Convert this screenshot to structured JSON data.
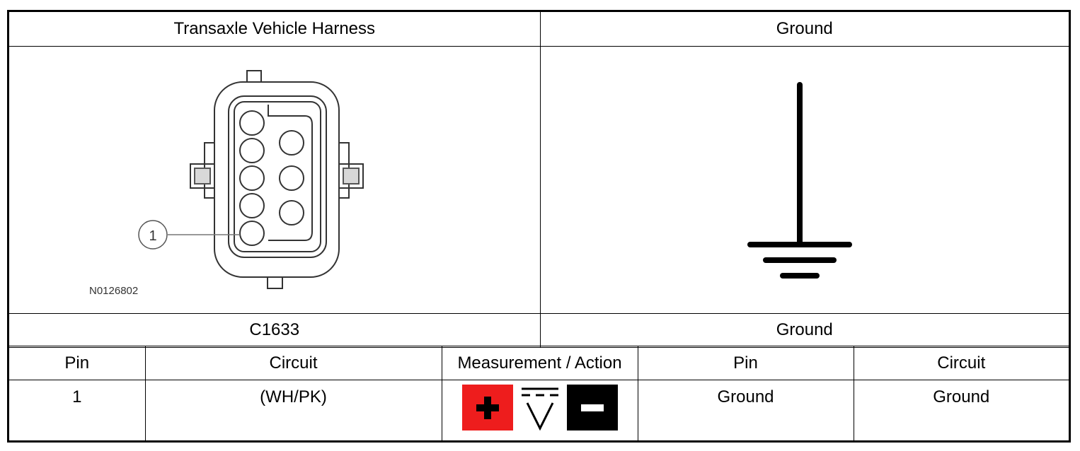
{
  "header": {
    "left_title": "Transaxle Vehicle Harness",
    "right_title": "Ground"
  },
  "connector_diagram": {
    "callout_number": "1",
    "figure_id": "N0126802"
  },
  "labels": {
    "left": "C1633",
    "right": "Ground"
  },
  "table": {
    "columns": [
      "Pin",
      "Circuit",
      "Measurement / Action",
      "Pin",
      "Circuit"
    ],
    "rows": [
      {
        "pin_a": "1",
        "circuit_a": "(WH/PK)",
        "measurement": "DC voltage measurement",
        "pin_b": "Ground",
        "circuit_b": "Ground"
      }
    ]
  },
  "colors": {
    "positive_lead": "#ee1d1d",
    "negative_lead": "#000000"
  },
  "icons": [
    "positive-lead-icon",
    "dc-voltage-icon",
    "negative-lead-icon",
    "ground-symbol-icon",
    "connector-icon"
  ]
}
